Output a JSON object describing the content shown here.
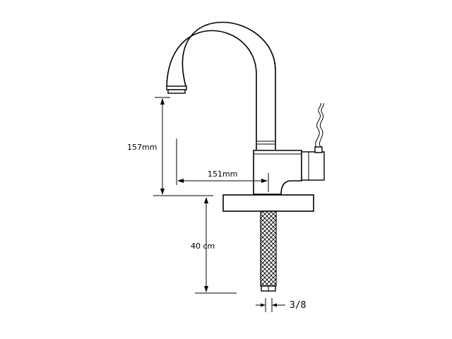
{
  "dimensions": {
    "spout_height": "157mm",
    "spout_reach": "151mm",
    "hose_length": "40 cm",
    "connector": "3/8"
  }
}
